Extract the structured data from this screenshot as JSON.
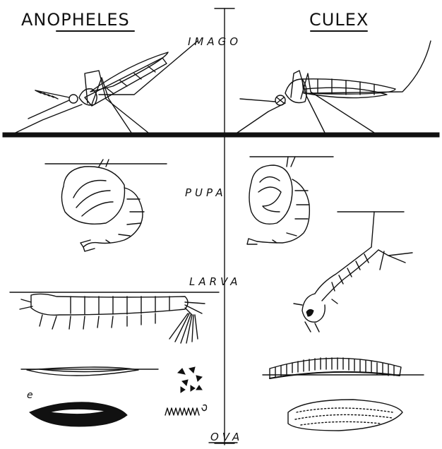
{
  "headers": {
    "left": "ANOPHELES",
    "right": "CULEX"
  },
  "stages": {
    "imago": "IMAGO",
    "pupa": "PUPA",
    "larva": "LARVA",
    "ova": "OVA"
  },
  "markers": {
    "egg_letter": "e"
  },
  "colors": {
    "ink": "#111111",
    "paper": "#ffffff"
  }
}
